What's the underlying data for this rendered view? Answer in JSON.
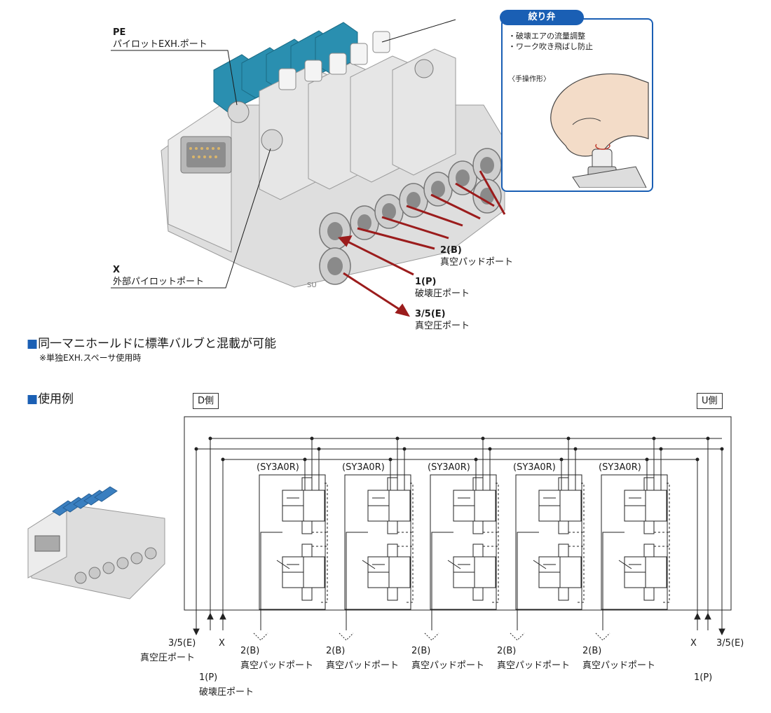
{
  "photo_labels": {
    "pe_code": "PE",
    "pe_name": "パイロットEXH.ポート",
    "x_code": "X",
    "x_name": "外部パイロットポート",
    "b_code": "2(B)",
    "b_name": "真空パッドポート",
    "p_code": "1(P)",
    "p_name": "破壊圧ポート",
    "e_code": "3/5(E)",
    "e_name": "真空圧ポート",
    "engraving": "SU"
  },
  "callout": {
    "title": "絞り弁",
    "line1": "・破壊エアの流量調整",
    "line2": "・ワーク吹き飛ばし防止",
    "manual": "〈手操作形〉"
  },
  "features": {
    "square": "■",
    "mix_title": "同一マニホールドに標準バルブと混載が可能",
    "mix_note": "※単独EXH.スペーサ使用時",
    "example_title": "使用例"
  },
  "schematic": {
    "d_side": "D側",
    "u_side": "U側",
    "valve_labels": [
      "(SY3A0R)",
      "(SY3A0R)",
      "(SY3A0R)",
      "(SY3A0R)",
      "(SY3A0R)"
    ],
    "b_code": "2(B)",
    "b_name": "真空パッドポート",
    "left_e_code": "3/5(E)",
    "left_e_name": "真空圧ポート",
    "left_x": "X",
    "left_p_code": "1(P)",
    "left_p_name": "破壊圧ポート",
    "right_x": "X",
    "right_e_code": "3/5(E)",
    "right_p_code": "1(P)"
  },
  "colors": {
    "accent_blue": "#1a5fb4",
    "arrow_red": "#9b1c1c",
    "manifold_gray": "#dcdcdc",
    "solenoid_teal": "#2a8fb0"
  }
}
